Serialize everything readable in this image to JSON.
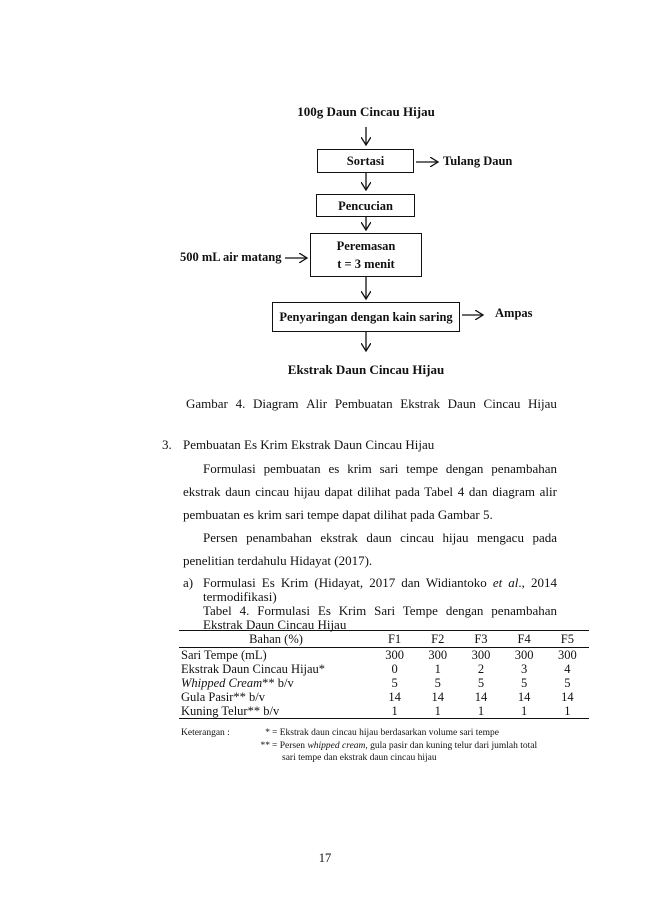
{
  "diagram": {
    "start": "100g Daun Cincau Hijau",
    "step1": "Sortasi",
    "step1_side": "Tulang Daun",
    "step2": "Pencucian",
    "step3_line1": "Peremasan",
    "step3_line2": "t = 3 menit",
    "step3_input": "500 mL air matang",
    "step4": "Penyaringan dengan kain saring",
    "step4_side": "Ampas",
    "end": "Ekstrak Daun Cincau Hijau"
  },
  "caption_words": [
    "Gambar",
    "4.",
    "Diagram",
    "Alir",
    "Pembuatan",
    "Ekstrak",
    "Daun",
    "Cincau",
    "Hijau"
  ],
  "section": {
    "number": "3.",
    "title": "Pembuatan Es Krim Ekstrak Daun Cincau Hijau",
    "para1_line1": "Formulasi pembuatan es krim sari tempe dengan penambahan",
    "para1_line2": "ekstrak daun cincau hijau dapat dilihat pada Tabel 4 dan diagram alir",
    "para1_line3": "pembuatan es krim sari tempe dapat dilihat pada Gambar 5.",
    "para2_line1": "Persen penambahan ekstrak daun cincau hijau mengacu pada",
    "para2_line2": "penelitian terdahulu Hidayat (2017)."
  },
  "subsection": {
    "label": "a)",
    "title_line1_a": "Formulasi Es Krim (Hidayat, 2017 dan Widiantoko",
    "title_line1_italic": "et al",
    "title_line1_b": "., 2014",
    "title_line2": "termodifikasi)",
    "table_caption_line1": "Tabel 4. Formulasi Es Krim Sari Tempe dengan penambahan",
    "table_caption_line2": "Ekstrak Daun Cincau Hijau"
  },
  "table": {
    "headers": [
      "Bahan (%)",
      "F1",
      "F2",
      "F3",
      "F4",
      "F5"
    ],
    "rows": [
      {
        "label": "Sari Tempe (mL)",
        "values": [
          "300",
          "300",
          "300",
          "300",
          "300"
        ]
      },
      {
        "label": "Ekstrak Daun Cincau Hijau*",
        "values": [
          "0",
          "1",
          "2",
          "3",
          "4"
        ]
      },
      {
        "label_italic": "Whipped Cream",
        "label_rest": "** b/v",
        "values": [
          "5",
          "5",
          "5",
          "5",
          "5"
        ]
      },
      {
        "label": "Gula Pasir** b/v",
        "values": [
          "14",
          "14",
          "14",
          "14",
          "14"
        ]
      },
      {
        "label": "Kuning Telur** b/v",
        "values": [
          "1",
          "1",
          "1",
          "1",
          "1"
        ]
      }
    ]
  },
  "notes": {
    "label": "Keterangan :",
    "mark1": "*",
    "text1": "= Ekstrak daun cincau hijau berdasarkan volume sari tempe",
    "mark2": "**",
    "text2_a": "= Persen",
    "text2_italic": "whipped cream",
    "text2_b": ", gula pasir dan kuning telur dari jumlah total",
    "text2_line2": "sari tempe dan ekstrak daun cincau hijau"
  },
  "page_number": "17"
}
